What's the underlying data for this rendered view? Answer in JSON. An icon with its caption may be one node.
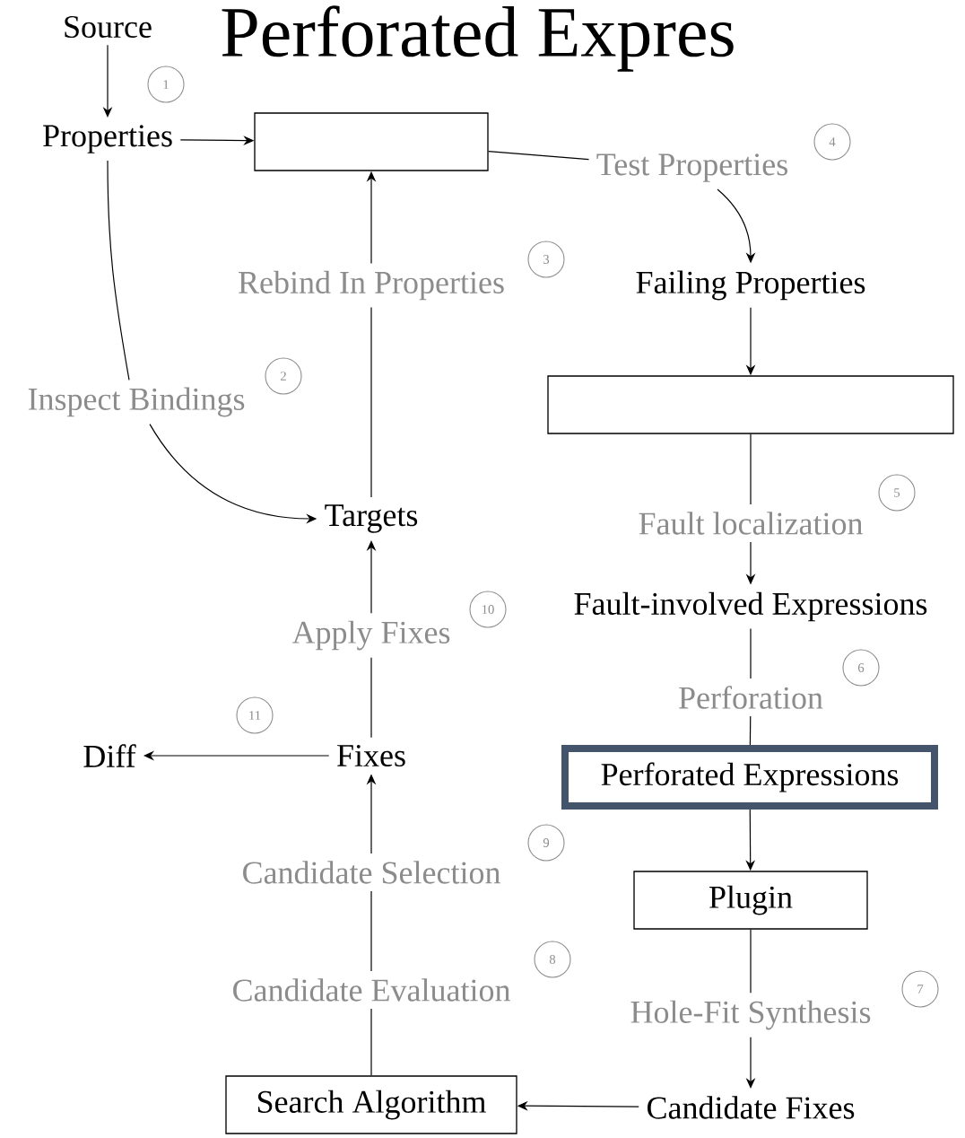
{
  "diagram": {
    "title": "Perforated Expres",
    "nodes": [
      {
        "text": [
          "Source"
        ]
      },
      {
        "text": [
          "Properties"
        ]
      },
      {
        "text": [],
        "shape": "box"
      },
      {
        "text": [
          "Test Properties"
        ],
        "beside": [
          "4"
        ]
      },
      {
        "text": [
          "Rebind In Properties"
        ],
        "beside": [
          "3"
        ]
      },
      {
        "text": [
          "Failing Properties"
        ]
      },
      {
        "text": [
          "Inspect Bindings"
        ],
        "beside": [
          "2"
        ]
      },
      {
        "text": [],
        "shape": "box"
      },
      {
        "text": [
          "Targets"
        ]
      },
      {
        "text": [
          "Fault localization"
        ],
        "beside": [
          "5"
        ]
      },
      {
        "text": [
          "Fault-involved Expressions"
        ]
      },
      {
        "text": [
          "Apply Fixes"
        ],
        "beside": [
          "10"
        ]
      },
      {
        "text": [
          "Perforation"
        ],
        "beside": [
          "6"
        ]
      },
      {
        "text": [
          "Diff"
        ]
      },
      {
        "text": [
          "Fixes"
        ]
      },
      {
        "text": [
          "Perforated Expressions"
        ]
      },
      {
        "text": [
          "Candidate Selection"
        ],
        "beside": [
          "9"
        ]
      },
      {
        "text": [
          "Plugin"
        ]
      },
      {
        "text": [
          "Candidate Evaluation"
        ],
        "beside": [
          "8"
        ]
      },
      {
        "text": [
          "Hole-Fit Synthesis"
        ],
        "beside": [
          "7"
        ]
      },
      {
        "text": [
          "Search Algorithm"
        ]
      },
      {
        "text": [
          "Candidate Fixes"
        ]
      }
    ],
    "edges": [
      {
        "from": 0,
        "to": 1,
        "arrow": "to"
      },
      {
        "from": 1,
        "to": 2,
        "arrow": "to"
      },
      {
        "from": 2,
        "to": 3,
        "arrow": "none"
      },
      {
        "from": 3,
        "to": 5,
        "arrow": "to"
      },
      {
        "from": 5,
        "to": 7,
        "arrow": "to"
      },
      {
        "from": 7,
        "to": 9,
        "arrow": "none"
      },
      {
        "from": 9,
        "to": 10,
        "arrow": "to"
      },
      {
        "from": 10,
        "to": 12,
        "arrow": "none"
      },
      {
        "from": 12,
        "to": 15,
        "arrow": "none"
      },
      {
        "from": 15,
        "to": 17,
        "arrow": "to"
      },
      {
        "from": 17,
        "to": 19,
        "arrow": "none"
      },
      {
        "from": 19,
        "to": 21,
        "arrow": "to"
      },
      {
        "from": 21,
        "to": 20,
        "arrow": "to"
      },
      {
        "from": 20,
        "to": 18,
        "arrow": "none"
      },
      {
        "from": 18,
        "to": 16,
        "arrow": "none"
      },
      {
        "from": 16,
        "to": 14,
        "arrow": "to"
      },
      {
        "from": 14,
        "to": 13,
        "arrow": "to"
      },
      {
        "from": 14,
        "to": 11,
        "arrow": "none"
      },
      {
        "from": 11,
        "to": 8,
        "arrow": "to"
      },
      {
        "from": 8,
        "to": 4,
        "arrow": "none"
      },
      {
        "from": 4,
        "to": 2,
        "arrow": "to"
      },
      {
        "from": 1,
        "to": 6,
        "arrow": "none"
      },
      {
        "from": 6,
        "to": 8,
        "arrow": "to"
      }
    ],
    "labels": [
      "1",
      "11"
    ]
  }
}
